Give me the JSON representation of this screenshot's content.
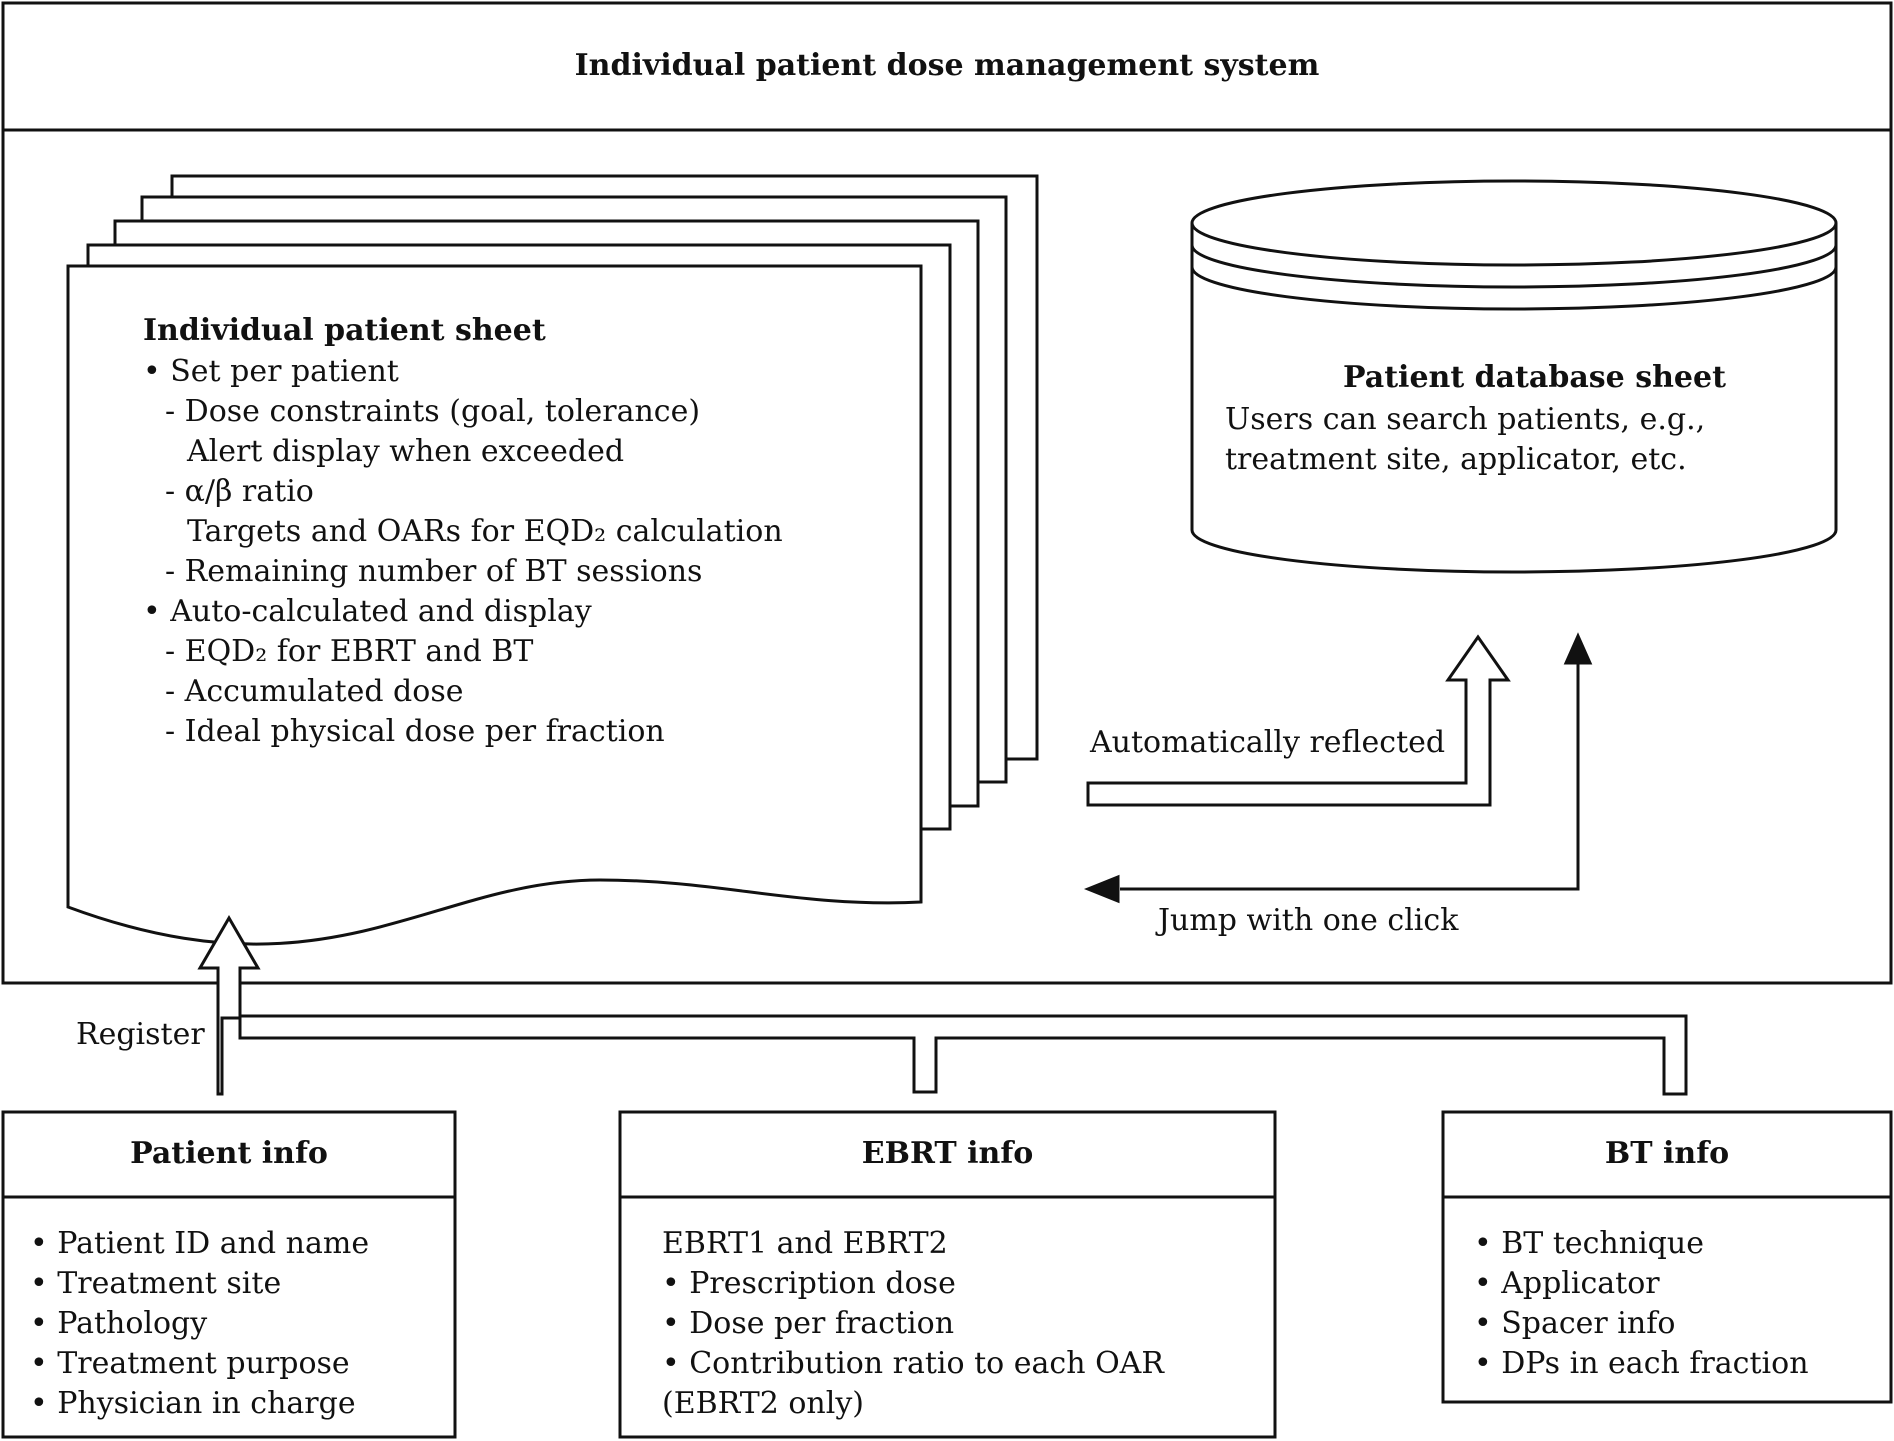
{
  "system": {
    "title": "Individual patient dose management system"
  },
  "patient_sheet": {
    "title": "Individual patient sheet",
    "lines": [
      {
        "t": "• Set per patient",
        "lvl": 0
      },
      {
        "t": "- Dose constraints (goal, tolerance)",
        "lvl": 1
      },
      {
        "t": "Alert display when exceeded",
        "lvl": 2
      },
      {
        "t": "- α/β ratio",
        "lvl": 1
      },
      {
        "t": "Targets and OARs for EQD₂ calculation",
        "lvl": 2
      },
      {
        "t": "- Remaining number of BT sessions",
        "lvl": 1
      },
      {
        "t": "• Auto-calculated and display",
        "lvl": 0
      },
      {
        "t": "- EQD₂ for EBRT and BT",
        "lvl": 1
      },
      {
        "t": "- Accumulated dose",
        "lvl": 1
      },
      {
        "t": "- Ideal physical dose per fraction",
        "lvl": 1
      }
    ]
  },
  "database": {
    "title": "Patient database sheet",
    "line1": "Users can search patients, e.g.,",
    "line2": "treatment site, applicator, etc."
  },
  "arrows": {
    "reflected": "Automatically reflected",
    "jump": "Jump with one click",
    "register": "Register"
  },
  "patient_info": {
    "title": "Patient info",
    "items": [
      "• Patient ID and name",
      "• Treatment site",
      "• Pathology",
      "• Treatment purpose",
      "• Physician in charge"
    ]
  },
  "ebrt_info": {
    "title": "EBRT info",
    "items": [
      "EBRT1 and EBRT2",
      "• Prescription dose",
      "• Dose per fraction",
      "• Contribution ratio to each OAR",
      "(EBRT2 only)"
    ]
  },
  "bt_info": {
    "title": "BT info",
    "items": [
      "• BT technique",
      "• Applicator",
      "• Spacer info",
      "• DPs in each fraction"
    ]
  }
}
